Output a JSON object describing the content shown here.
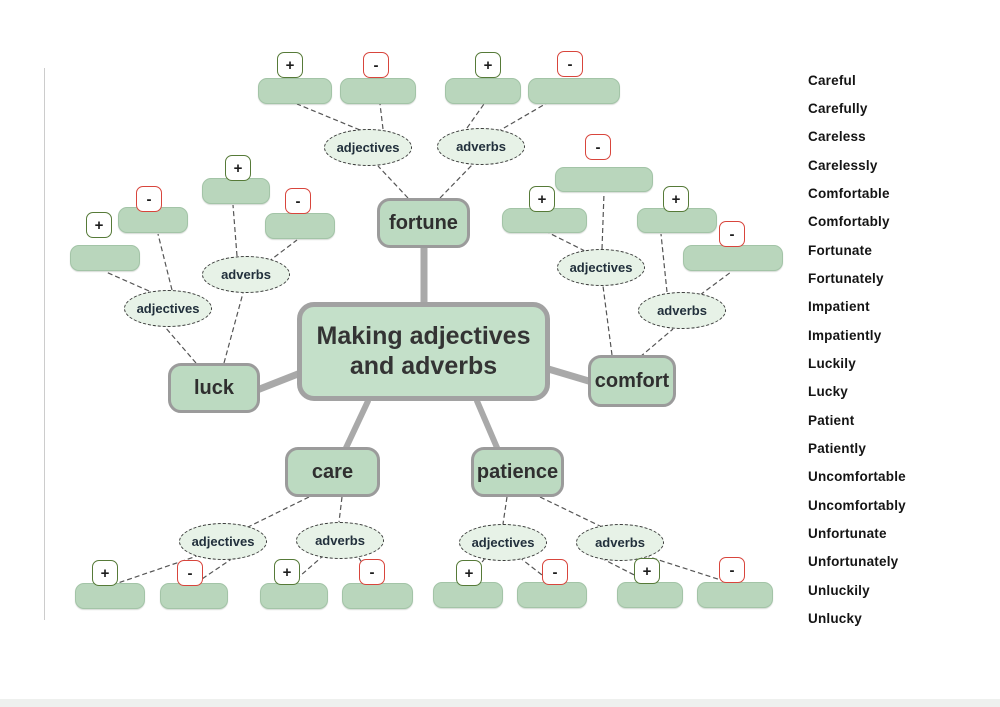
{
  "title": "Making adjectives and adverbs",
  "labels": {
    "adjectives": "adjectives",
    "adverbs": "adverbs",
    "plus": "+",
    "minus": "-"
  },
  "branches": {
    "fortune": "fortune",
    "luck": "luck",
    "comfort": "comfort",
    "care": "care",
    "patience": "patience"
  },
  "word_list": [
    "Careful",
    "Carefully",
    "Careless",
    "Carelessly",
    "Comfortable",
    "Comfortably",
    "Fortunate",
    "Fortunately",
    "Impatient",
    "Impatiently",
    "Luckily",
    "Lucky",
    "Patient",
    "Patiently",
    "Uncomfortable",
    "Uncomfortably",
    "Unfortunate",
    "Unfortunately",
    "Unluckily",
    "Unlucky"
  ],
  "colors": {
    "rect_green": "#b9d6bc",
    "node_green": "#bcdac1",
    "central_green": "#c4e0c9",
    "ellipse_green": "#e7f2e7",
    "gray_border": "#9b9b9b",
    "thick_line": "#a9a9a9",
    "thin_line": "#555555",
    "plus_border": "#567a38",
    "minus_border": "#d8453c",
    "text_dark": "#2f2f2f",
    "word_text": "#141414"
  }
}
